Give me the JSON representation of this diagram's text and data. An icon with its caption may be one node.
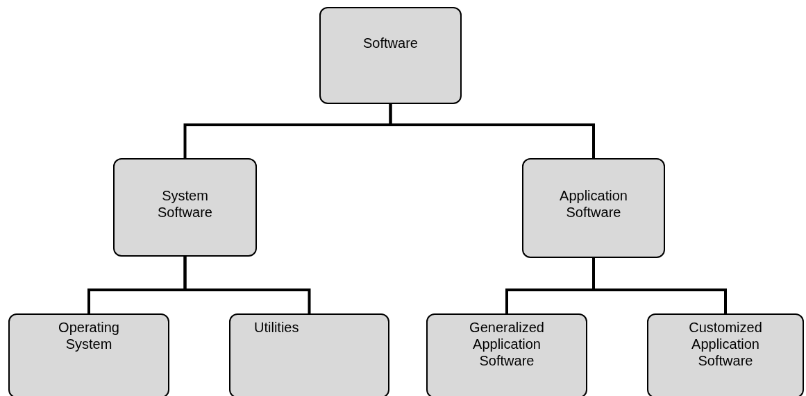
{
  "diagram": {
    "nodes": [
      {
        "text": [
          "Software"
        ]
      },
      {
        "text": [
          "System Software"
        ]
      },
      {
        "text": [
          "Application Software"
        ]
      },
      {
        "text": [
          "Operating System"
        ]
      },
      {
        "text": [
          "Utilities"
        ]
      },
      {
        "text": [
          "Generalized Application Software"
        ]
      },
      {
        "text": [
          "Customized Application Software"
        ]
      }
    ],
    "edges": [
      {
        "from": 0,
        "to": 1,
        "arrow": "none"
      },
      {
        "from": 0,
        "to": 2,
        "arrow": "none"
      },
      {
        "from": 1,
        "to": 3,
        "arrow": "none"
      },
      {
        "from": 1,
        "to": 4,
        "arrow": "none"
      },
      {
        "from": 2,
        "to": 5,
        "arrow": "none"
      },
      {
        "from": 2,
        "to": 6,
        "arrow": "none"
      }
    ]
  }
}
